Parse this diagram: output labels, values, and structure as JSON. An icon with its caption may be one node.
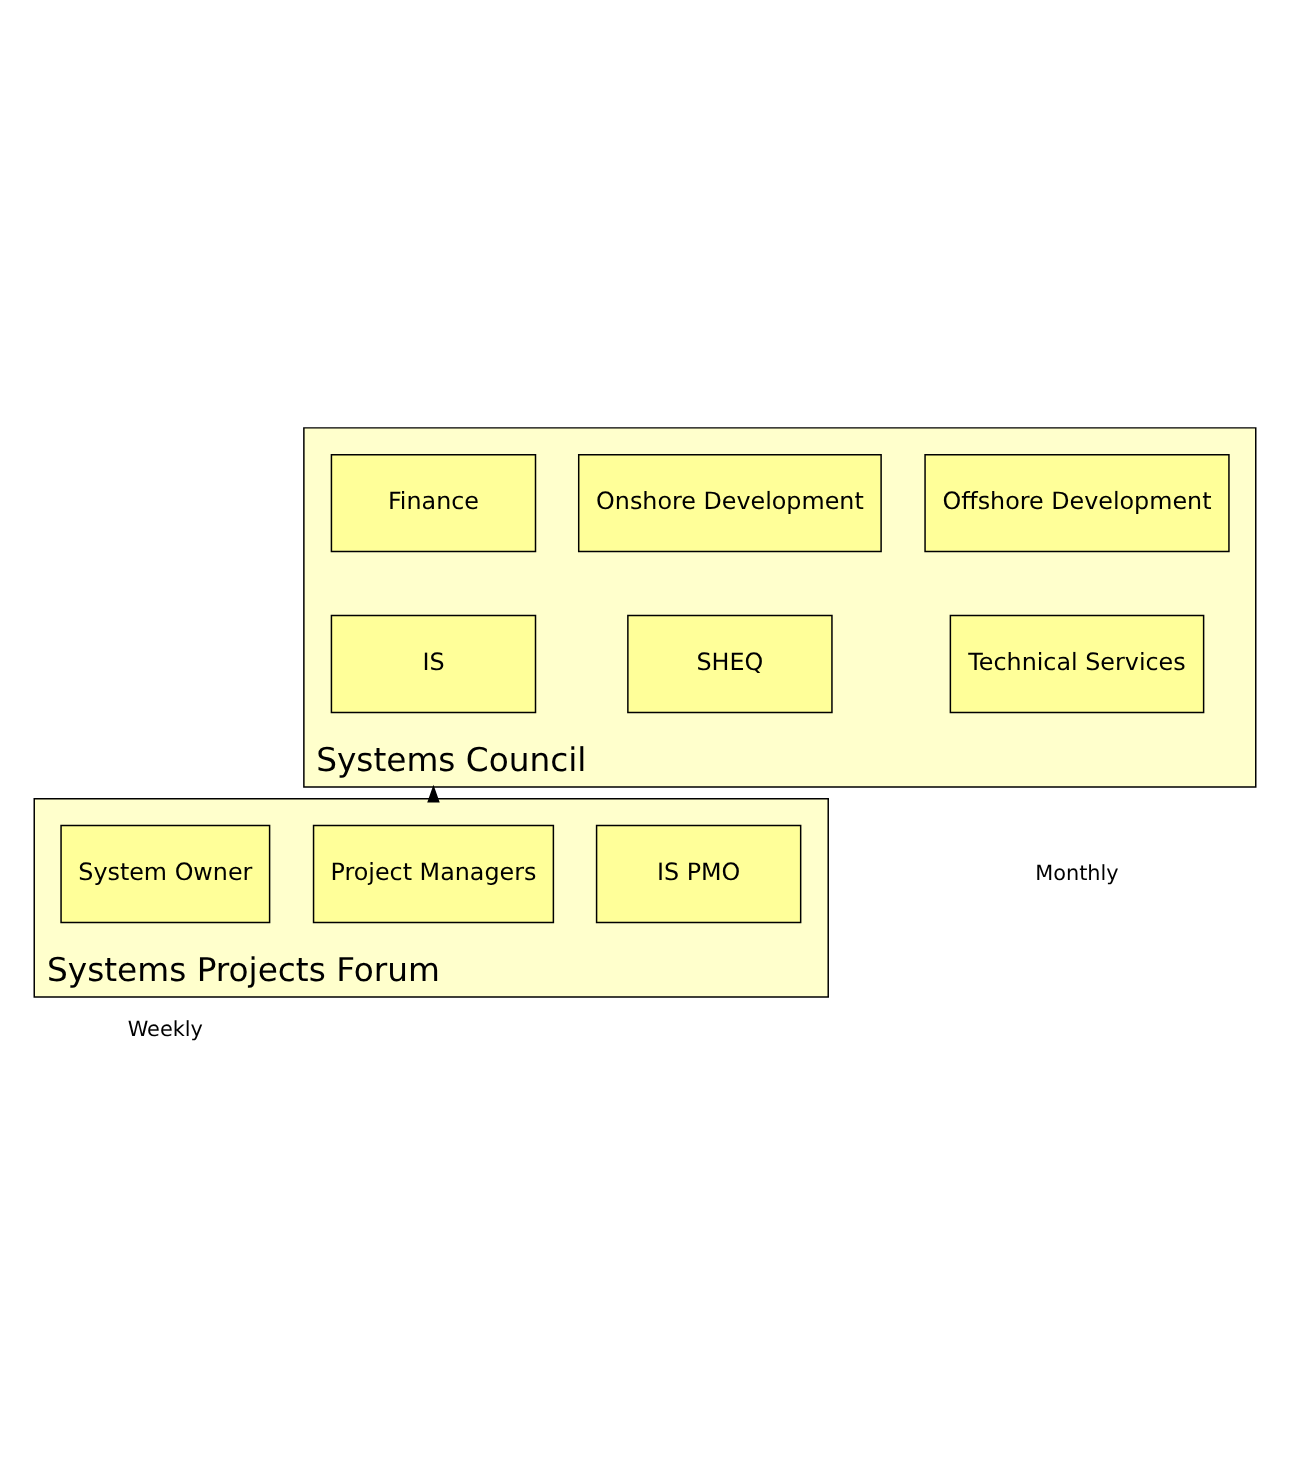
{
  "diagram": {
    "nodes": [
      {
        "text": [
          "Systems Council"
        ],
        "beside": [
          "Monthly"
        ]
      },
      {
        "text": [
          "Finance"
        ],
        "in": 0
      },
      {
        "text": [
          "Onshore Development"
        ],
        "in": 0
      },
      {
        "text": [
          "Offshore Development"
        ],
        "in": 0
      },
      {
        "text": [
          "IS"
        ],
        "in": 0
      },
      {
        "text": [
          "SHEQ"
        ],
        "in": 0
      },
      {
        "text": [
          "Technical Services"
        ],
        "in": 0
      },
      {
        "text": [
          "Systems Projects Forum"
        ],
        "beside": [
          "Weekly"
        ]
      },
      {
        "text": [
          "IS PMO"
        ],
        "in": 7
      },
      {
        "text": [
          "Project Managers"
        ],
        "in": 7
      },
      {
        "text": [
          "System Owner"
        ],
        "in": 7
      }
    ],
    "edges": [
      {
        "from": 7,
        "to": 0,
        "arrow": "to"
      }
    ]
  }
}
